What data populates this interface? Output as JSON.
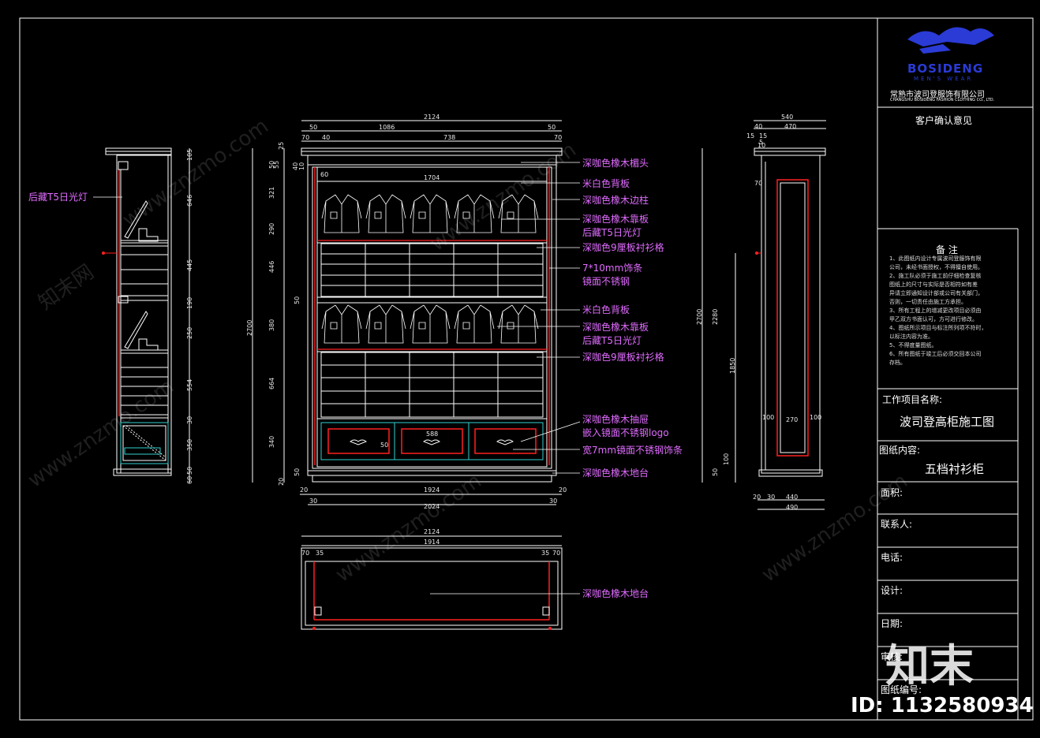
{
  "company": {
    "logo_text": "BOSIDENG",
    "logo_sub": "MEN'S WEAR",
    "name_cn": "常熟市波司登服饰有限公司",
    "name_en": "CHANGSHU BOSIDENG FASHION CLOTHING CO., LTD."
  },
  "title_block": {
    "client_opinion": "客户确认意见",
    "notes_title": "备 注",
    "notes": [
      "1、此图纸内设计专属波司登服饰有限",
      "公司，未经书面授权，不得擅自使用。",
      "2、施工队必须于施工前仔细检查复核",
      "图纸上的尺寸与实际是否相符如有差",
      "异请立即通知设计部或公司有关部门，",
      "否则，一切责任由施工方承担。",
      "3、所有工程上的增减更改项目必须由",
      "甲乙双方书面认可，方可进行修改。",
      "4、图纸所示项目与标注所列项不符时，",
      "以标注内容为准。",
      "5、不得度量图纸。",
      "6、所有图纸于竣工后必须交回本公司",
      "存档。"
    ],
    "project_label": "工作项目名称:",
    "project_value": "波司登高柜施工图",
    "drawing_label": "图纸内容:",
    "drawing_value": "五档衬衫柜",
    "area_label": "面积:",
    "contact_label": "联系人:",
    "phone_label": "电话:",
    "design_label": "设计:",
    "date_label": "日期:",
    "review_label": "审核:",
    "number_label": "图纸编号:"
  },
  "annotations": {
    "left_light": "后藏T5日光灯",
    "a1": "深咖色橡木楣头",
    "a2": "米白色背板",
    "a3": "深咖色橡木边柱",
    "a4a": "深咖色橡木靠板",
    "a4b": "后藏T5日光灯",
    "a5": "深咖色9厘板衬衫格",
    "a6a": "7*10mm饰条",
    "a6b": "镜面不锈钢",
    "a7": "米白色背板",
    "a8a": "深咖色橡木靠板",
    "a8b": "后藏T5日光灯",
    "a9": "深咖色9厘板衬衫格",
    "a10a": "深咖色橡木抽屉",
    "a10b": "嵌入镜面不锈钢logo",
    "a11": "宽7mm镜面不锈钢饰条",
    "a12": "深咖色橡木地台",
    "plan_base": "深咖色橡木地台"
  },
  "dimensions": {
    "front_top_total": "2124",
    "front_top_50a": "50",
    "front_top_1086": "1086",
    "front_top_50b": "50",
    "front_top_70a": "70",
    "front_top_40": "40",
    "front_top_738": "738",
    "front_top_70b": "70",
    "front_inner": "1704",
    "front_inner_60": "60",
    "drawer_588": "588",
    "drawer_50": "50",
    "front_bottom_20a": "20",
    "front_bottom_1924": "1924",
    "front_bottom_20b": "20",
    "front_bottom_30a": "30",
    "front_bottom_30b": "30",
    "front_bottom_2024": "2024",
    "height_total": "2700",
    "v_25": "25",
    "v_50a": "50",
    "v_55": "55",
    "v_40": "40",
    "v_10": "10",
    "v_321": "321",
    "v_290": "290",
    "v_446": "446",
    "v_50b": "50",
    "v_380": "380",
    "v_664": "664",
    "v_340": "340",
    "v_50c": "50",
    "v_20": "20",
    "left_105": "105",
    "left_646": "646",
    "left_445": "445",
    "left_190": "190",
    "left_250": "250",
    "left_554": "554",
    "left_30": "30",
    "left_350": "350",
    "left_50": "50",
    "left_60": "60",
    "side_540": "540",
    "side_470": "470",
    "side_40": "40",
    "side_15a": "15",
    "side_15b": "15",
    "side_5": "5",
    "side_10": "10",
    "side_70": "70",
    "side_2700": "2700",
    "side_2280": "2280",
    "side_1850": "1850",
    "side_100a": "100",
    "side_270": "270",
    "side_100b": "100",
    "side_100c": "100",
    "side_50": "50",
    "side_20": "20",
    "side_30": "30",
    "side_440": "440",
    "side_490": "490",
    "plan_2124": "2124",
    "plan_1914": "1914",
    "plan_70a": "70",
    "plan_35a": "35",
    "plan_35b": "35",
    "plan_70b": "70"
  },
  "watermark": {
    "brand": "知末",
    "id": "ID: 1132580934",
    "site": "www.znzmo.com",
    "site2": "知末网"
  },
  "colors": {
    "frame": "#ffffff",
    "red": "#ff2020",
    "magenta": "#e06bff",
    "cyan": "#30d0d0",
    "blue_logo": "#2a3bd6"
  }
}
